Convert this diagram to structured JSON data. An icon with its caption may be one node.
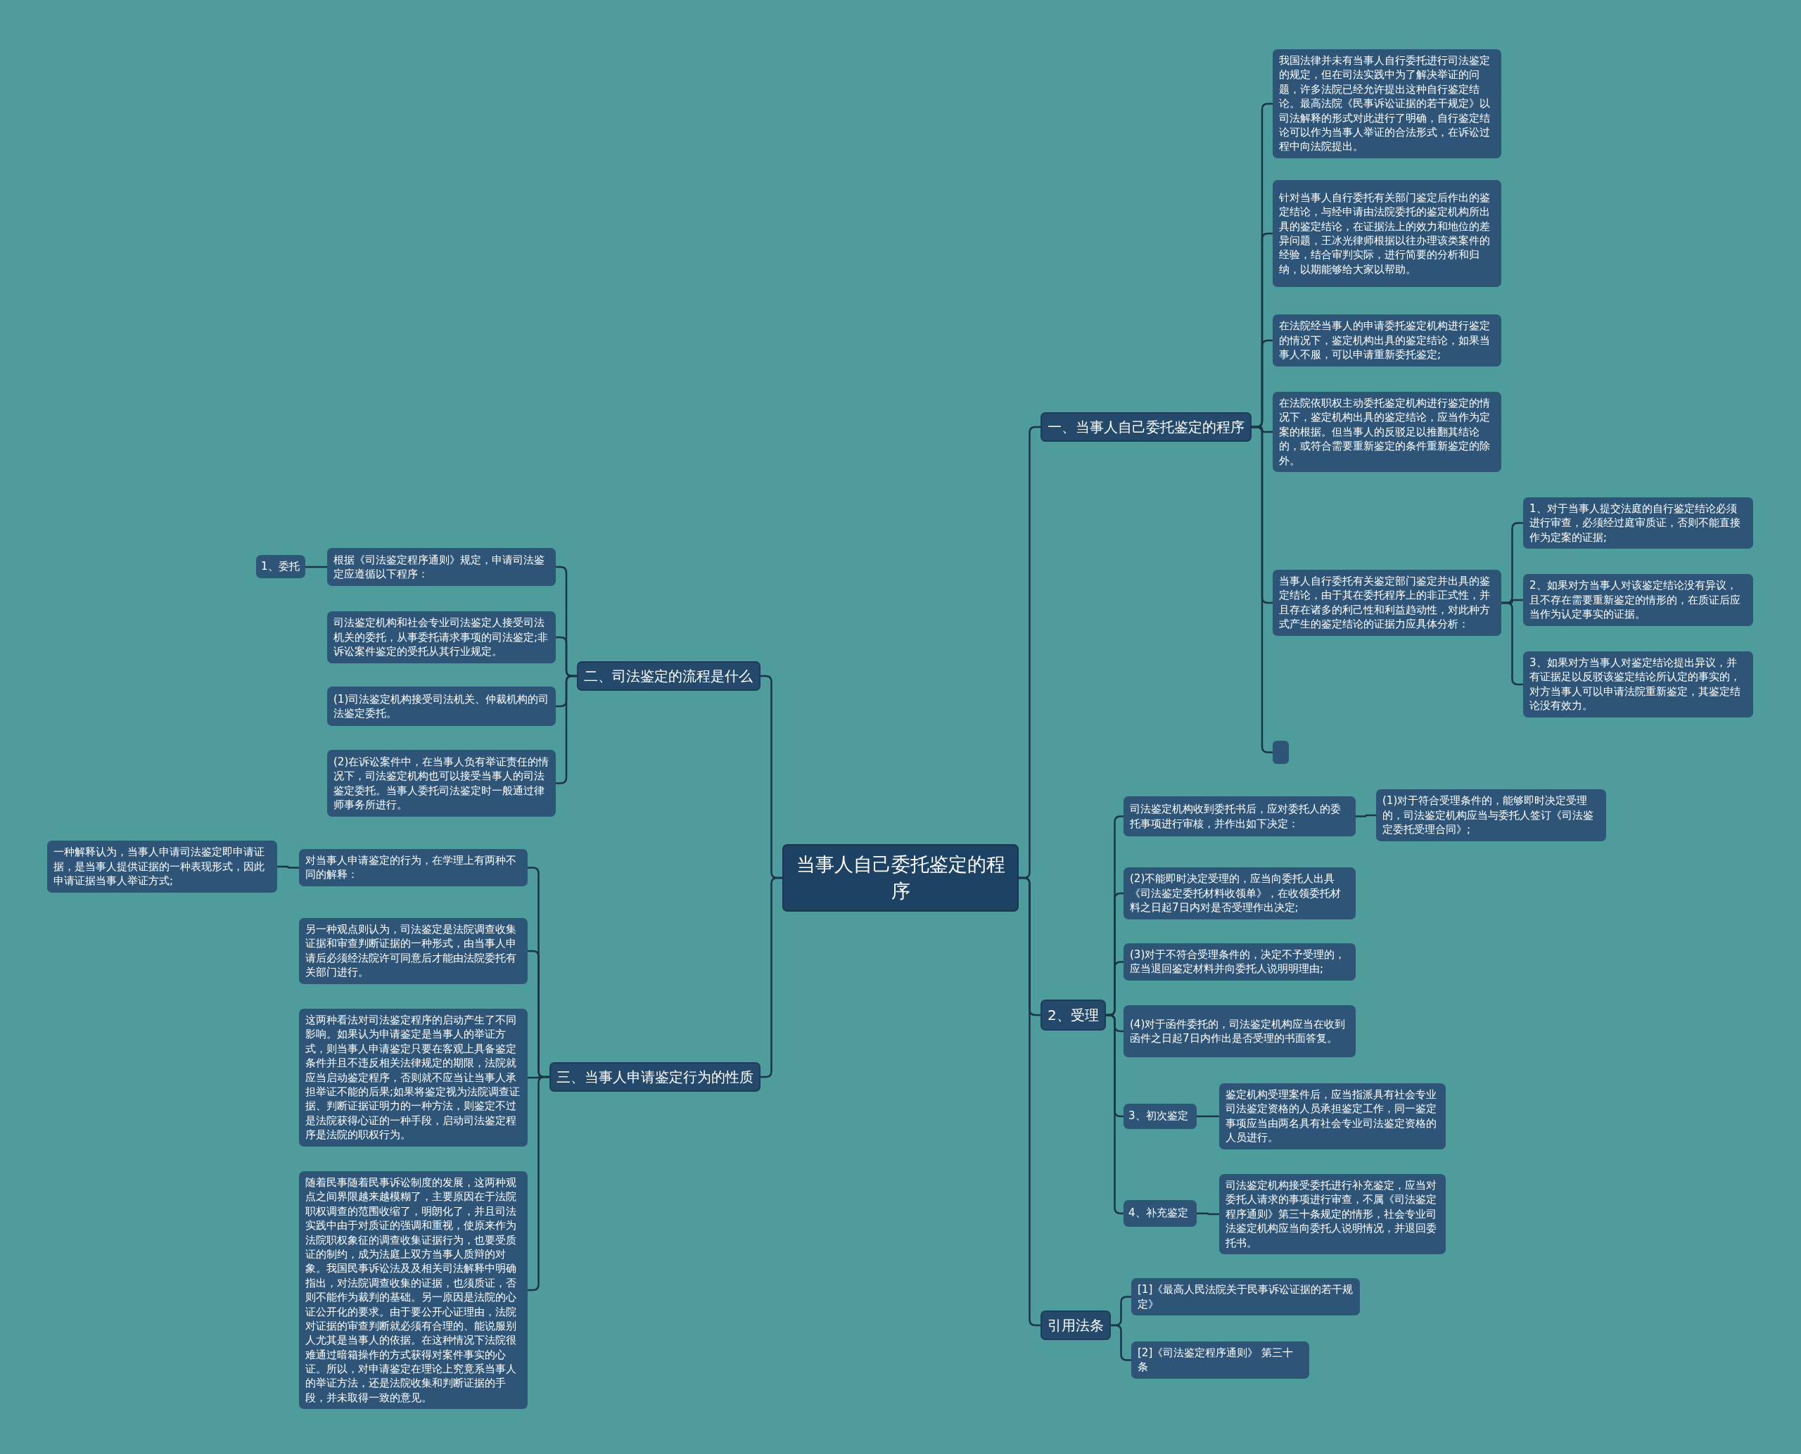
{
  "diagram": {
    "nodes": [
      {
        "text": [
          "当事人自己委托鉴定的程序"
        ]
      },
      {
        "text": [
          "一、当事人自己委托鉴定的程序"
        ]
      },
      {
        "text": [
          "我国法律并未有当事人自行委托进行司法鉴定的规定，但在司法实践中为了解决举证的问题，许多法院已经允许提出这种自行鉴定结论。最高法院《民事诉讼证据的若干规定》以司法解释的形式对此进行了明确，自行鉴定结论可以作为当事人举证的合法形式，在诉讼过程中向法院提出。"
        ]
      },
      {
        "text": [
          "针对当事人自行委托有关部门鉴定后作出的鉴定结论，与经申请由法院委托的鉴定机构所出具的鉴定结论，在证据法上的效力和地位的差异问题，王冰光律师根据以往办理该类案件的经验，结合审判实际，进行简要的分析和归纳，以期能够给大家以帮助。"
        ]
      },
      {
        "text": [
          "在法院经当事人的申请委托鉴定机构进行鉴定的情况下，鉴定机构出具的鉴定结论，如果当事人不服，可以申请重新委托鉴定;"
        ]
      },
      {
        "text": [
          "在法院依职权主动委托鉴定机构进行鉴定的情况下，鉴定机构出具的鉴定结论，应当作为定案的根据。但当事人的反驳足以推翻其结论的，或符合需要重新鉴定的条件重新鉴定的除外。"
        ]
      },
      {
        "text": [
          "当事人自行委托有关鉴定部门鉴定并出具的鉴定结论，由于其在委托程序上的非正式性，并且存在诸多的利己性和利益趋动性，对此种方式产生的鉴定结论的证据力应具体分析："
        ]
      },
      {
        "text": [
          "1、对于当事人提交法庭的自行鉴定结论必须进行审查，必须经过庭审质证，否则不能直接作为定案的证据;"
        ]
      },
      {
        "text": [
          "2、如果对方当事人对该鉴定结论没有异议，且不存在需要重新鉴定的情形的，在质证后应当作为认定事实的证据。"
        ]
      },
      {
        "text": [
          "3、如果对方当事人对鉴定结论提出异议，并有证据足以反驳该鉴定结论所认定的事实的，对方当事人可以申请法院重新鉴定，其鉴定结论没有效力。"
        ]
      },
      {
        "text": [],
        "shape": "box"
      },
      {
        "text": [
          "二、司法鉴定的流程是什么"
        ]
      },
      {
        "text": [
          "根据《司法鉴定程序通则》规定，申请司法鉴定应遵循以下程序："
        ]
      },
      {
        "text": [
          "1、委托"
        ]
      },
      {
        "text": [
          "司法鉴定机构和社会专业司法鉴定人接受司法机关的委托，从事委托请求事项的司法鉴定;非诉讼案件鉴定的受托从其行业规定。"
        ]
      },
      {
        "text": [
          "(1)司法鉴定机构接受司法机关、仲裁机构的司法鉴定委托。"
        ]
      },
      {
        "text": [
          "(2)在诉讼案件中，在当事人负有举证责任的情况下，司法鉴定机构也可以接受当事人的司法鉴定委托。当事人委托司法鉴定时一般通过律师事务所进行。"
        ]
      },
      {
        "text": [
          "三、当事人申请鉴定行为的性质"
        ]
      },
      {
        "text": [
          "对当事人申请鉴定的行为，在学理上有两种不同的解释："
        ]
      },
      {
        "text": [
          "一种解释认为，当事人申请司法鉴定即申请证据，是当事人提供证据的一种表现形式，因此申请证据当事人举证方式;"
        ]
      },
      {
        "text": [
          "另一种观点则认为，司法鉴定是法院调查收集证据和审查判断证据的一种形式，由当事人申请后必须经法院许可同意后才能由法院委托有关部门进行。"
        ]
      },
      {
        "text": [
          "这两种看法对司法鉴定程序的启动产生了不同影响。如果认为申请鉴定是当事人的举证方式，则当事人申请鉴定只要在客观上具备鉴定条件并且不违反相关法律规定的期限，法院就应当启动鉴定程序，否则就不应当让当事人承担举证不能的后果;如果将鉴定视为法院调查证据、判断证据证明力的一种方法，则鉴定不过是法院获得心证的一种手段，启动司法鉴定程序是法院的职权行为。"
        ]
      },
      {
        "text": [
          "随着民事随着民事诉讼制度的发展，这两种观点之间界限越来越模糊了，主要原因在于法院职权调查的范围收缩了，明朗化了，并且司法实践中由于对质证的强调和重视，使原来作为法院职权象征的调查收集证据行为，也要受质证的制约，成为法庭上双方当事人质辩的对象。我国民事诉讼法及及相关司法解释中明确指出，对法院调查收集的证据，也须质证，否则不能作为裁判的基础。另一原因是法院的心证公开化的要求。由于要公开心证理由，法院对证据的审查判断就必须有合理的、能说服别人尤其是当事人的依据。在这种情况下法院很难通过暗箱操作的方式获得对案件事实的心证。所以，对申请鉴定在理论上究竟系当事人的举证方法，还是法院收集和判断证据的手段，并未取得一致的意见。"
        ]
      },
      {
        "text": [
          "2、受理"
        ]
      },
      {
        "text": [
          "司法鉴定机构收到委托书后，应对委托人的委托事项进行审核，并作出如下决定："
        ]
      },
      {
        "text": [
          "(1)对于符合受理条件的，能够即时决定受理的，司法鉴定机构应当与委托人签订《司法鉴定委托受理合同》;"
        ]
      },
      {
        "text": [
          "(2)不能即时决定受理的，应当向委托人出具《司法鉴定委托材料收领单》，在收领委托材料之日起7日内对是否受理作出决定;"
        ]
      },
      {
        "text": [
          "(3)对于不符合受理条件的，决定不予受理的，应当退回鉴定材料并向委托人说明明理由;"
        ]
      },
      {
        "text": [
          "(4)对于函件委托的，司法鉴定机构应当在收到函件之日起7日内作出是否受理的书面答复。"
        ]
      },
      {
        "text": [
          "3、初次鉴定"
        ]
      },
      {
        "text": [
          "鉴定机构受理案件后，应当指派具有社会专业司法鉴定资格的人员承担鉴定工作，同一鉴定事项应当由两名具有社会专业司法鉴定资格的人员进行。"
        ]
      },
      {
        "text": [
          "4、补充鉴定"
        ]
      },
      {
        "text": [
          "司法鉴定机构接受委托进行补充鉴定，应当对委托人请求的事项进行审查，不属《司法鉴定程序通则》第三十条规定的情形，社会专业司法鉴定机构应当向委托人说明情况，并退回委托书。"
        ]
      },
      {
        "text": [
          "引用法条"
        ]
      },
      {
        "text": [
          "[1]《最高人民法院关于民事诉讼证据的若干规定》"
        ]
      },
      {
        "text": [
          "[2]《司法鉴定程序通则》 第三十条"
        ]
      }
    ],
    "edges": [
      {
        "from": 0,
        "to": 1,
        "arrow": "none"
      },
      {
        "from": 1,
        "to": 2,
        "arrow": "none"
      },
      {
        "from": 1,
        "to": 3,
        "arrow": "none"
      },
      {
        "from": 1,
        "to": 4,
        "arrow": "none"
      },
      {
        "from": 1,
        "to": 5,
        "arrow": "none"
      },
      {
        "from": 1,
        "to": 6,
        "arrow": "none"
      },
      {
        "from": 6,
        "to": 7,
        "arrow": "none"
      },
      {
        "from": 6,
        "to": 8,
        "arrow": "none"
      },
      {
        "from": 6,
        "to": 9,
        "arrow": "none"
      },
      {
        "from": 1,
        "to": 10,
        "arrow": "none"
      },
      {
        "from": 0,
        "to": 11,
        "arrow": "none"
      },
      {
        "from": 11,
        "to": 12,
        "arrow": "none"
      },
      {
        "from": 12,
        "to": 13,
        "arrow": "none"
      },
      {
        "from": 11,
        "to": 14,
        "arrow": "none"
      },
      {
        "from": 11,
        "to": 15,
        "arrow": "none"
      },
      {
        "from": 11,
        "to": 16,
        "arrow": "none"
      },
      {
        "from": 0,
        "to": 17,
        "arrow": "none"
      },
      {
        "from": 17,
        "to": 18,
        "arrow": "none"
      },
      {
        "from": 18,
        "to": 19,
        "arrow": "none"
      },
      {
        "from": 17,
        "to": 20,
        "arrow": "none"
      },
      {
        "from": 17,
        "to": 21,
        "arrow": "none"
      },
      {
        "from": 17,
        "to": 22,
        "arrow": "none"
      },
      {
        "from": 0,
        "to": 23,
        "arrow": "none"
      },
      {
        "from": 23,
        "to": 24,
        "arrow": "none"
      },
      {
        "from": 24,
        "to": 25,
        "arrow": "none"
      },
      {
        "from": 23,
        "to": 26,
        "arrow": "none"
      },
      {
        "from": 23,
        "to": 27,
        "arrow": "none"
      },
      {
        "from": 23,
        "to": 28,
        "arrow": "none"
      },
      {
        "from": 23,
        "to": 29,
        "arrow": "none"
      },
      {
        "from": 29,
        "to": 30,
        "arrow": "none"
      },
      {
        "from": 23,
        "to": 31,
        "arrow": "none"
      },
      {
        "from": 31,
        "to": 32,
        "arrow": "none"
      },
      {
        "from": 0,
        "to": 33,
        "arrow": "none"
      },
      {
        "from": 33,
        "to": 34,
        "arrow": "none"
      },
      {
        "from": 33,
        "to": 35,
        "arrow": "none"
      }
    ]
  }
}
